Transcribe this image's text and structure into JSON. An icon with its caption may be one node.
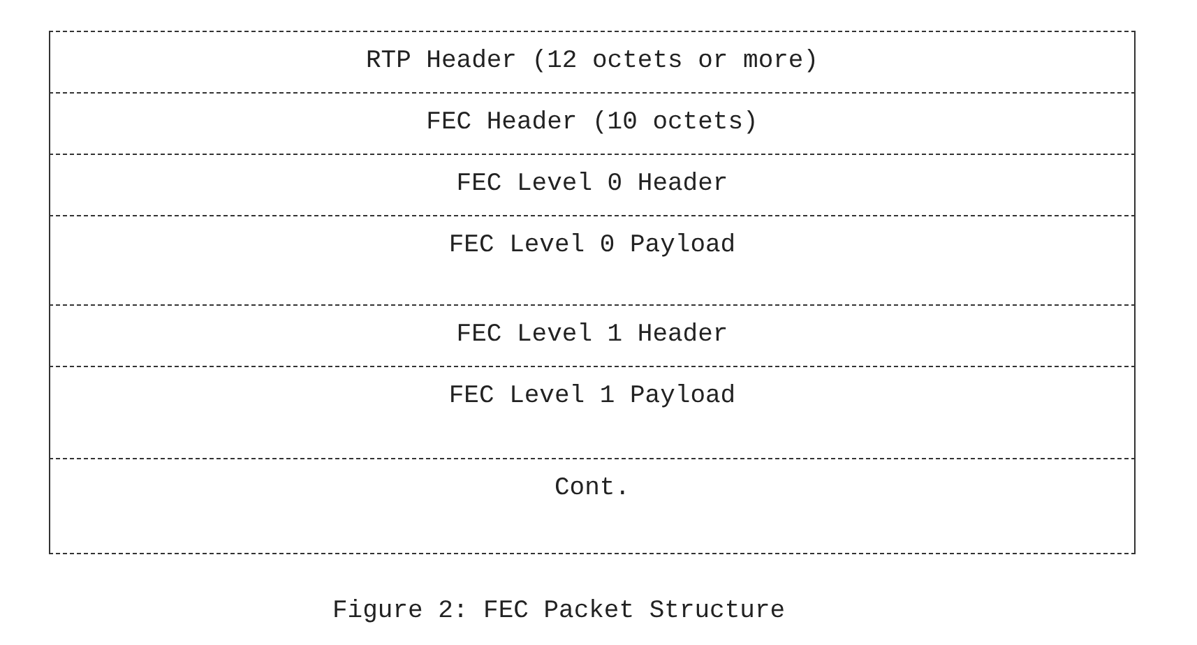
{
  "diagram": {
    "caption": "Figure 2: FEC Packet Structure",
    "nodes": [
      {
        "text": [
          "RTP Header (12 octets or more)"
        ]
      },
      {
        "text": [
          "FEC Header (10 octets)"
        ]
      },
      {
        "text": [
          "FEC Level 0 Header"
        ]
      },
      {
        "text": [
          "FEC Level 0 Payload"
        ]
      },
      {
        "text": [
          "FEC Level 1 Header"
        ]
      },
      {
        "text": [
          "FEC Level 1 Payload"
        ]
      },
      {
        "text": [
          "Cont."
        ]
      }
    ]
  }
}
